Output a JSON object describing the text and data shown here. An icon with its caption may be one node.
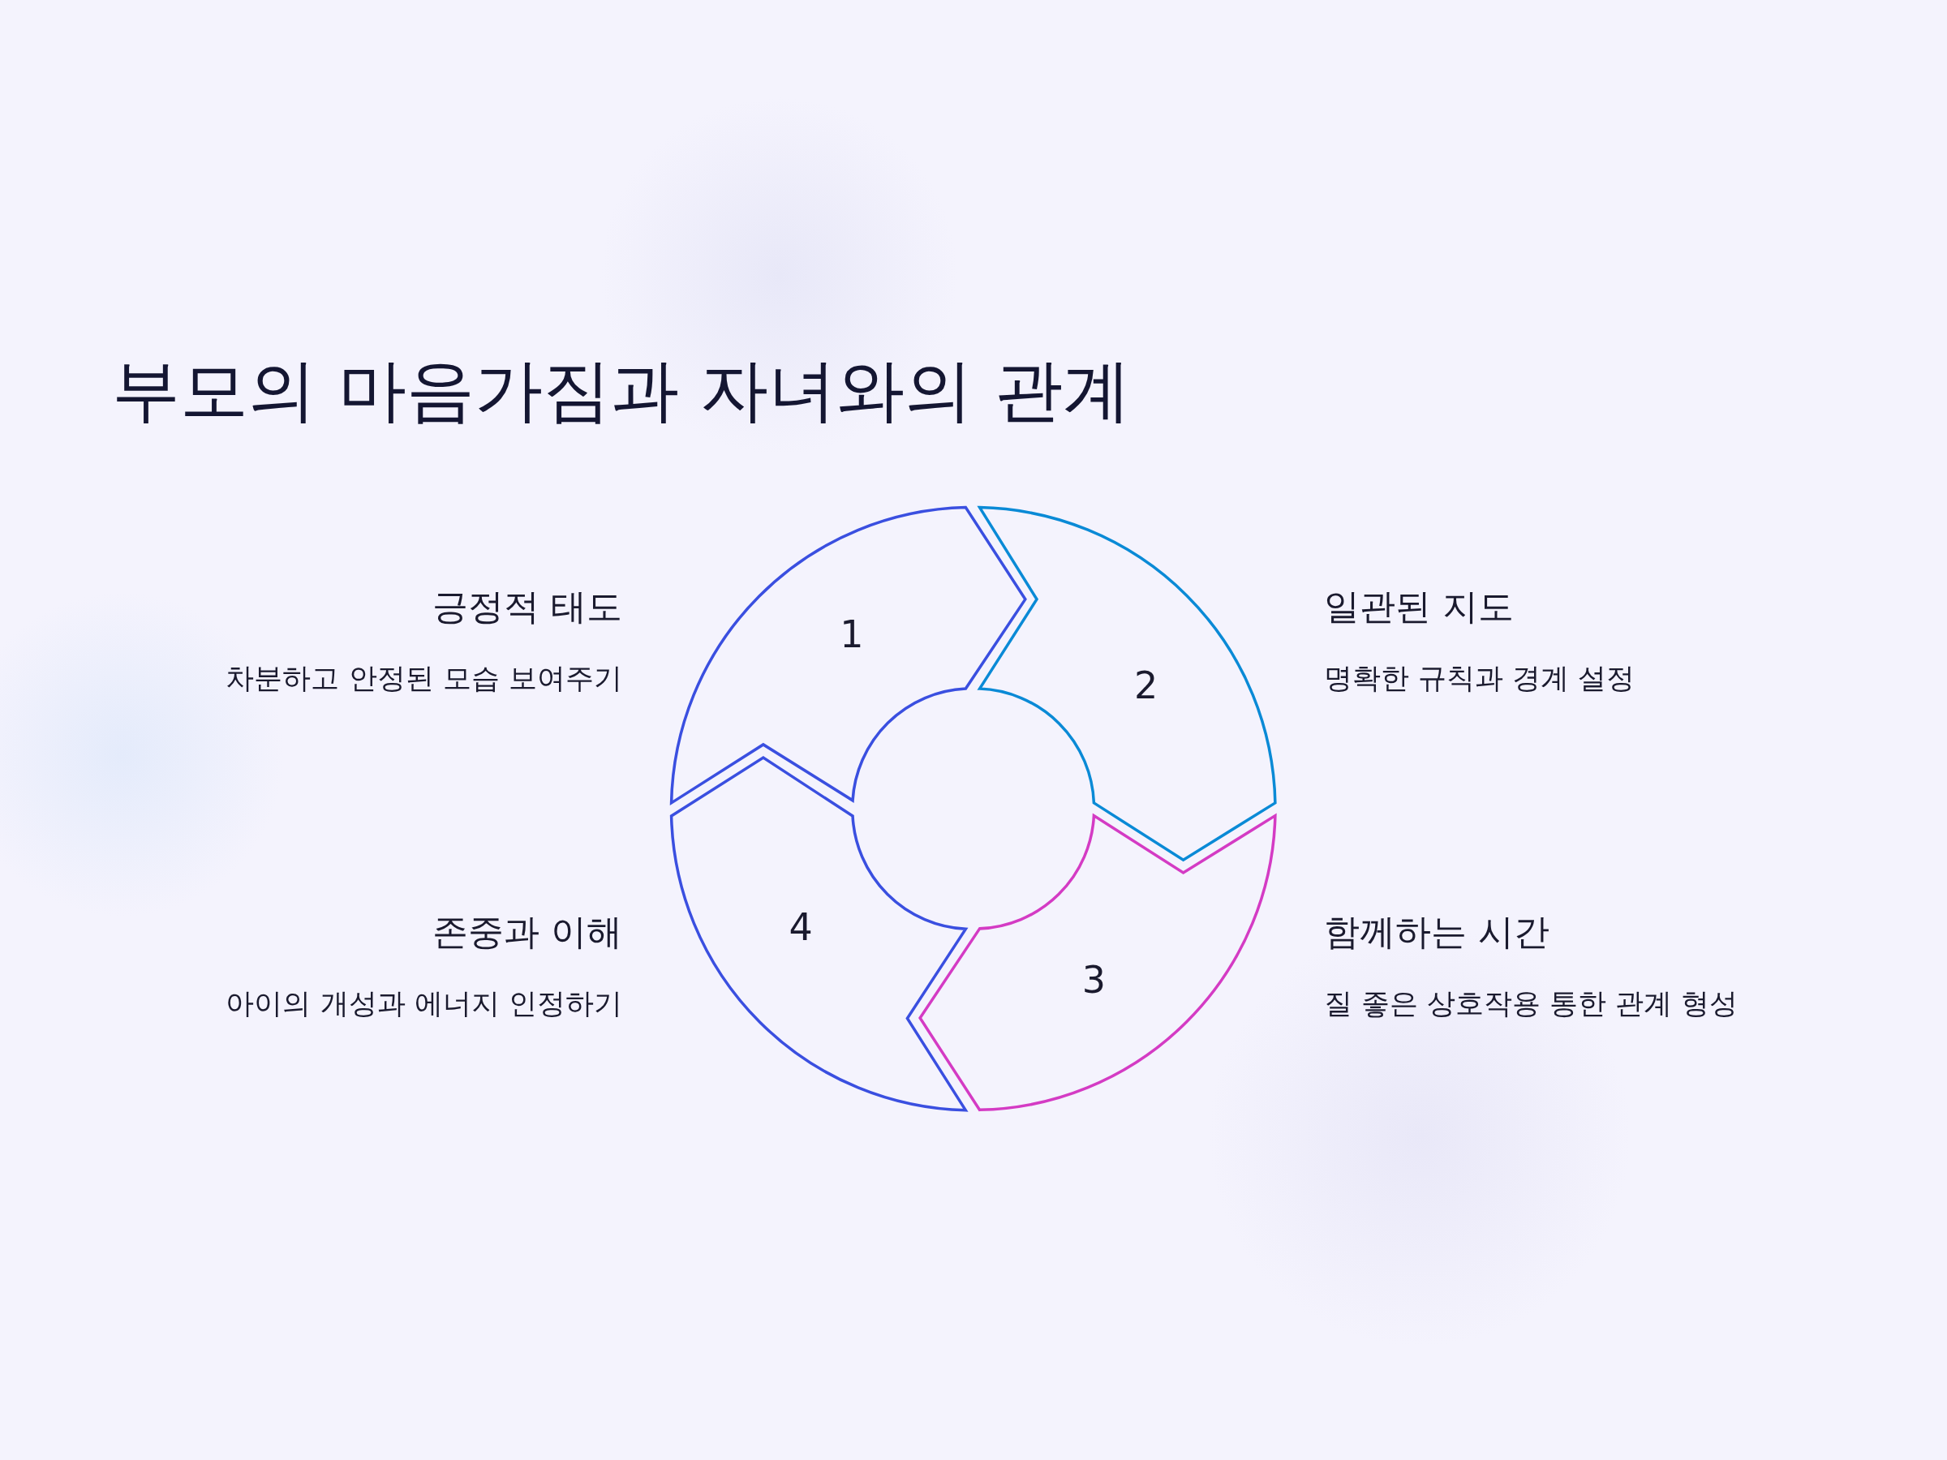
{
  "diagram": {
    "title": "부모의 마음가짐과 자녀와의 관계",
    "nodes": [
      {
        "text": [
          "1"
        ],
        "beside": [
          "긍정적 태도",
          "차분하고 안정된 모습 보여주기"
        ]
      },
      {
        "text": [
          "2"
        ],
        "beside": [
          "일관된 지도",
          "명확한 규칙과 경계 설정"
        ]
      },
      {
        "text": [
          "3"
        ],
        "beside": [
          "함께하는 시간",
          "질 좋은 상호작용 통한 관계 형성"
        ]
      },
      {
        "text": [
          "4"
        ],
        "beside": [
          "존중과 이해",
          "아이의 개성과 에너지 인정하기"
        ]
      }
    ]
  }
}
